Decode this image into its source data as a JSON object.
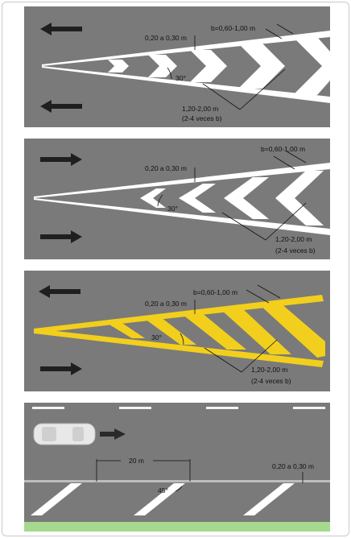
{
  "colors": {
    "road": "#7a7a7a",
    "white_marking": "#ffffff",
    "yellow_marking": "#f2cf1c",
    "arrow": "#1f1f1f",
    "grass": "#a6d98e",
    "dim_line": "#111111"
  },
  "panel1": {
    "b_label": "b=0,60-1,00 m",
    "gap_label": "0,20 a 0,30 m",
    "angle_label": "30°",
    "spacing_label": "1,20-2,00 m",
    "spacing_note": "(2-4 veces b)",
    "arrow_icons": [
      "arrow-left-icon",
      "arrow-left-icon"
    ]
  },
  "panel2": {
    "b_label": "b=0,60-1,00 m",
    "gap_label": "0,20 a 0,30 m",
    "angle_label": "30°",
    "spacing_label": "1,20-2,00 m",
    "spacing_note": "(2-4 veces b)",
    "arrow_icons": [
      "arrow-right-icon",
      "arrow-right-icon"
    ]
  },
  "panel3": {
    "b_label": "b=0,60-1,00 m",
    "gap_label": "0,20 a 0,30 m",
    "angle_label": "30°",
    "spacing_label": "1,20-2,00 m",
    "spacing_note": "(2-4 veces b)",
    "arrow_icons": [
      "arrow-left-icon",
      "arrow-right-icon"
    ]
  },
  "panel4": {
    "distance_label": "20 m",
    "angle_label": "45°",
    "gap_label": "0,20 a 0,30 m",
    "icons": [
      "car-icon",
      "arrow-right-icon"
    ]
  }
}
